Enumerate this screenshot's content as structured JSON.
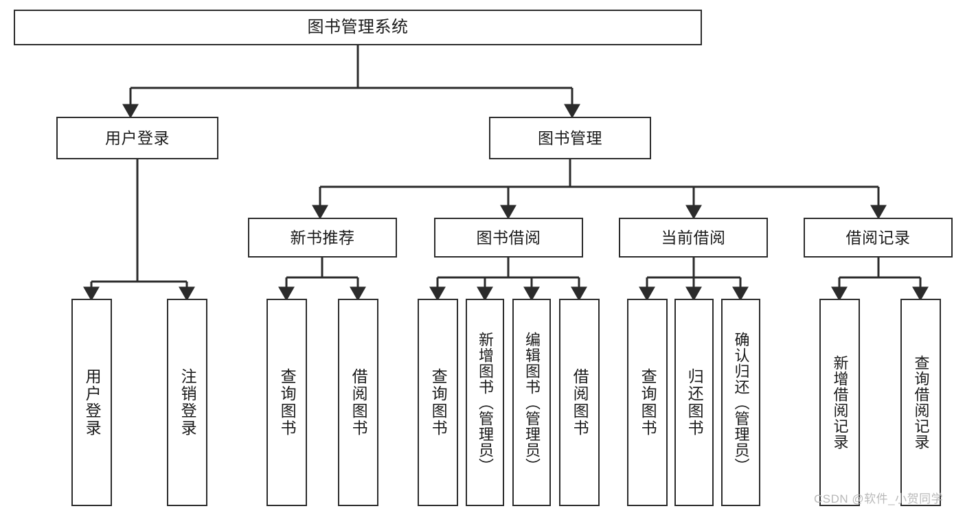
{
  "diagram": {
    "title": "图书管理系统",
    "watermark": "CSDN @软件_小贺同学",
    "colors": {
      "box_border": "#2b2b2b",
      "box_fill": "#ffffff",
      "edge": "#2b2b2b",
      "text": "#1a1a1a",
      "watermark": "#b9b9b9"
    },
    "nodes": {
      "root": {
        "label": "图书管理系统",
        "orientation": "horizontal"
      },
      "level2": [
        {
          "label": "用户登录",
          "orientation": "horizontal"
        },
        {
          "label": "图书管理",
          "orientation": "horizontal"
        }
      ],
      "level3": [
        {
          "label": "新书推荐",
          "orientation": "horizontal"
        },
        {
          "label": "图书借阅",
          "orientation": "horizontal"
        },
        {
          "label": "当前借阅",
          "orientation": "horizontal"
        },
        {
          "label": "借阅记录",
          "orientation": "horizontal"
        }
      ],
      "leaves": {
        "user_login": [
          {
            "label": "用户登录",
            "orientation": "vertical"
          },
          {
            "label": "注销登录",
            "orientation": "vertical"
          }
        ],
        "new_book_recommend": [
          {
            "label": "查询图书",
            "orientation": "vertical"
          },
          {
            "label": "借阅图书",
            "orientation": "vertical"
          }
        ],
        "book_borrow": [
          {
            "label": "查询图书",
            "orientation": "vertical"
          },
          {
            "label": "新增图书（管理员）",
            "orientation": "vertical"
          },
          {
            "label": "编辑图书（管理员）",
            "orientation": "vertical"
          },
          {
            "label": "借阅图书",
            "orientation": "vertical"
          }
        ],
        "current_borrow": [
          {
            "label": "查询图书",
            "orientation": "vertical"
          },
          {
            "label": "归还图书",
            "orientation": "vertical"
          },
          {
            "label": "确认归还（管理员）",
            "orientation": "vertical"
          }
        ],
        "borrow_record": [
          {
            "label": "新增借阅记录",
            "orientation": "vertical"
          },
          {
            "label": "查询借阅记录",
            "orientation": "vertical"
          }
        ]
      }
    }
  }
}
